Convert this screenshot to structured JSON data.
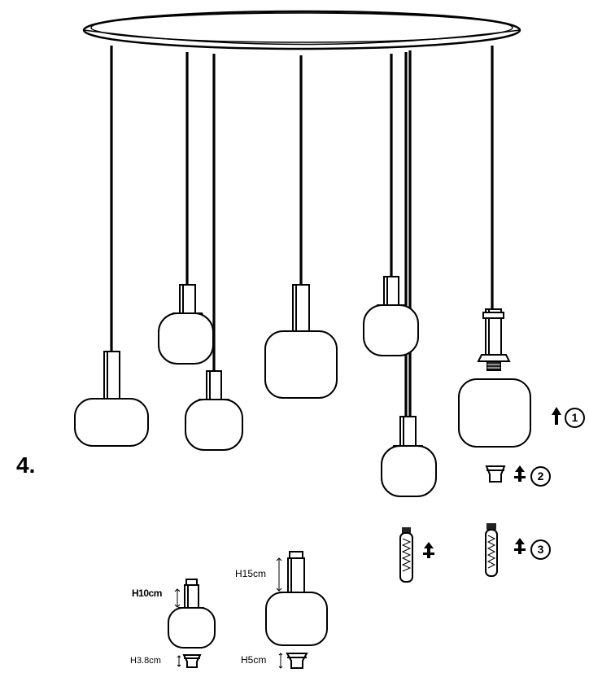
{
  "diagram": {
    "step_label": "4.",
    "markers": {
      "one": "1",
      "two": "2",
      "three": "3"
    },
    "dimensions": {
      "small_shade_height": "H10cm",
      "large_shade_height": "H15cm",
      "small_cap_height": "H3.8cm",
      "large_cap_height": "H5cm"
    },
    "icons": [
      "ceiling-canopy-icon",
      "pendant-shade-icon",
      "socket-icon",
      "bulb-icon",
      "shade-cap-icon",
      "up-arrow-icon",
      "dimension-arrow-icon"
    ],
    "colors": {
      "line": "#000000",
      "bulb_base": "#222222",
      "background": "#ffffff"
    }
  }
}
